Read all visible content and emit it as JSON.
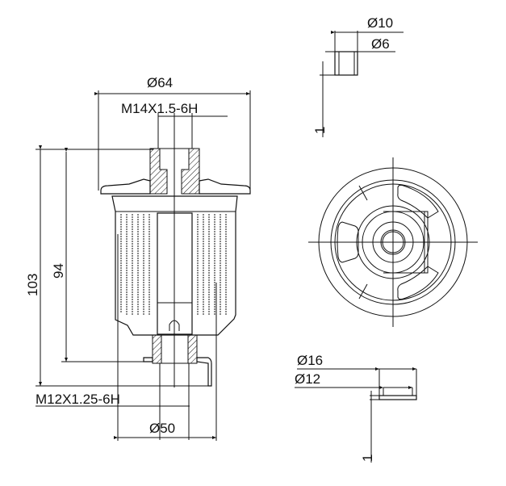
{
  "drawing": {
    "side_view": {
      "outer_diameter": "Ø64",
      "top_thread": "M14X1.5-6H",
      "overall_height": "103",
      "body_height": "94",
      "bottom_thread": "M12X1.25-6H",
      "base_diameter": "Ø50"
    },
    "top_washer": {
      "outer_diameter": "Ø10",
      "inner_diameter": "Ø6",
      "thickness": "1"
    },
    "bottom_washer": {
      "outer_diameter": "Ø16",
      "inner_diameter": "Ø12",
      "thickness": "1"
    }
  }
}
